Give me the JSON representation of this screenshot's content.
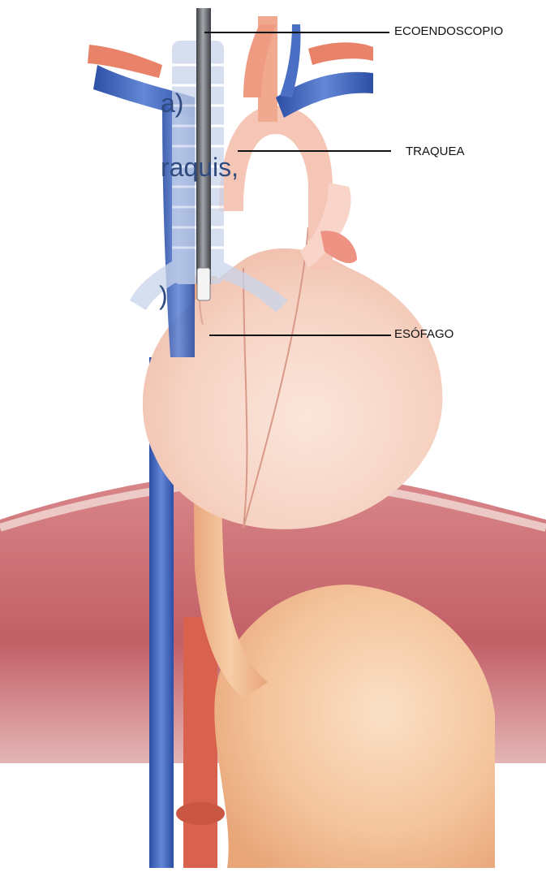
{
  "slide_fragments": {
    "line1": "a)",
    "line2": "raquis,",
    "line3": ")"
  },
  "labels": {
    "ecoendoscopio": "ECOENDOSCOPIO",
    "traquea": "TRAQUEA",
    "esofago": "ESÓFAGO"
  },
  "colors": {
    "veins": "#4a6fc4",
    "arteries": "#e8836a",
    "heart": "#f4c9b8",
    "esophagus": "#f2b98c",
    "diaphragm": "#c9666a",
    "stomach": "#f2b98c",
    "trachea": "#b8c8e6",
    "scope": "#6d6f73",
    "text_blue": "#2f4a7e"
  }
}
